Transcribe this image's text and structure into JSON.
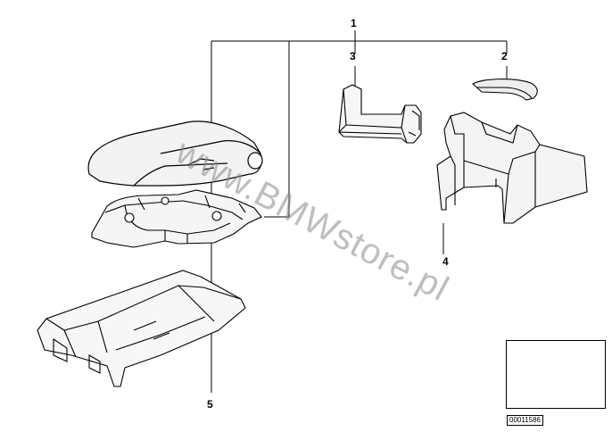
{
  "callouts": {
    "c1": "1",
    "c2": "2",
    "c3": "3",
    "c4": "4",
    "c5": "5"
  },
  "watermark": "www.BMWstore.pl",
  "inset": {
    "code": "00011586"
  }
}
